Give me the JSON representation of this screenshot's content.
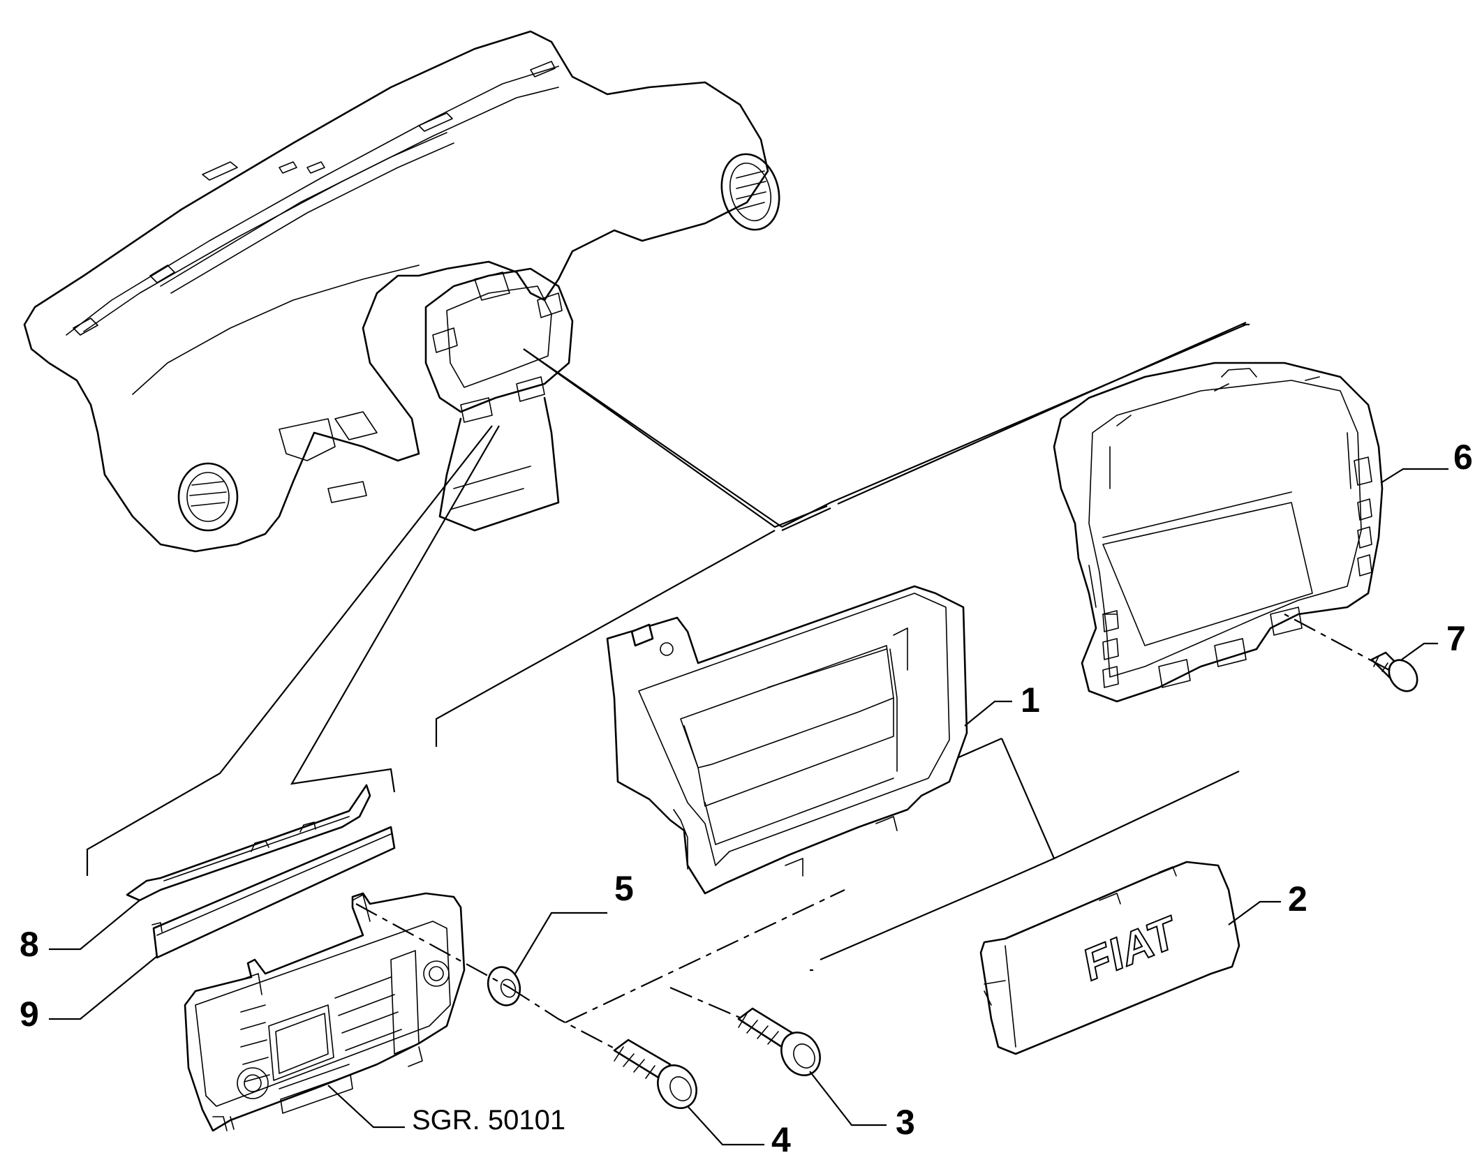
{
  "callouts": [
    {
      "id": "1",
      "part": "radio-frame"
    },
    {
      "id": "2",
      "part": "fiat-cover-plate"
    },
    {
      "id": "3",
      "part": "screw"
    },
    {
      "id": "4",
      "part": "screw"
    },
    {
      "id": "5",
      "part": "washer"
    },
    {
      "id": "6",
      "part": "center-console-bezel"
    },
    {
      "id": "7",
      "part": "screw"
    },
    {
      "id": "8",
      "part": "trim-strip"
    },
    {
      "id": "9",
      "part": "trim-strip"
    }
  ],
  "reference_label": "SGR. 50101",
  "logo_text": "FIAT"
}
